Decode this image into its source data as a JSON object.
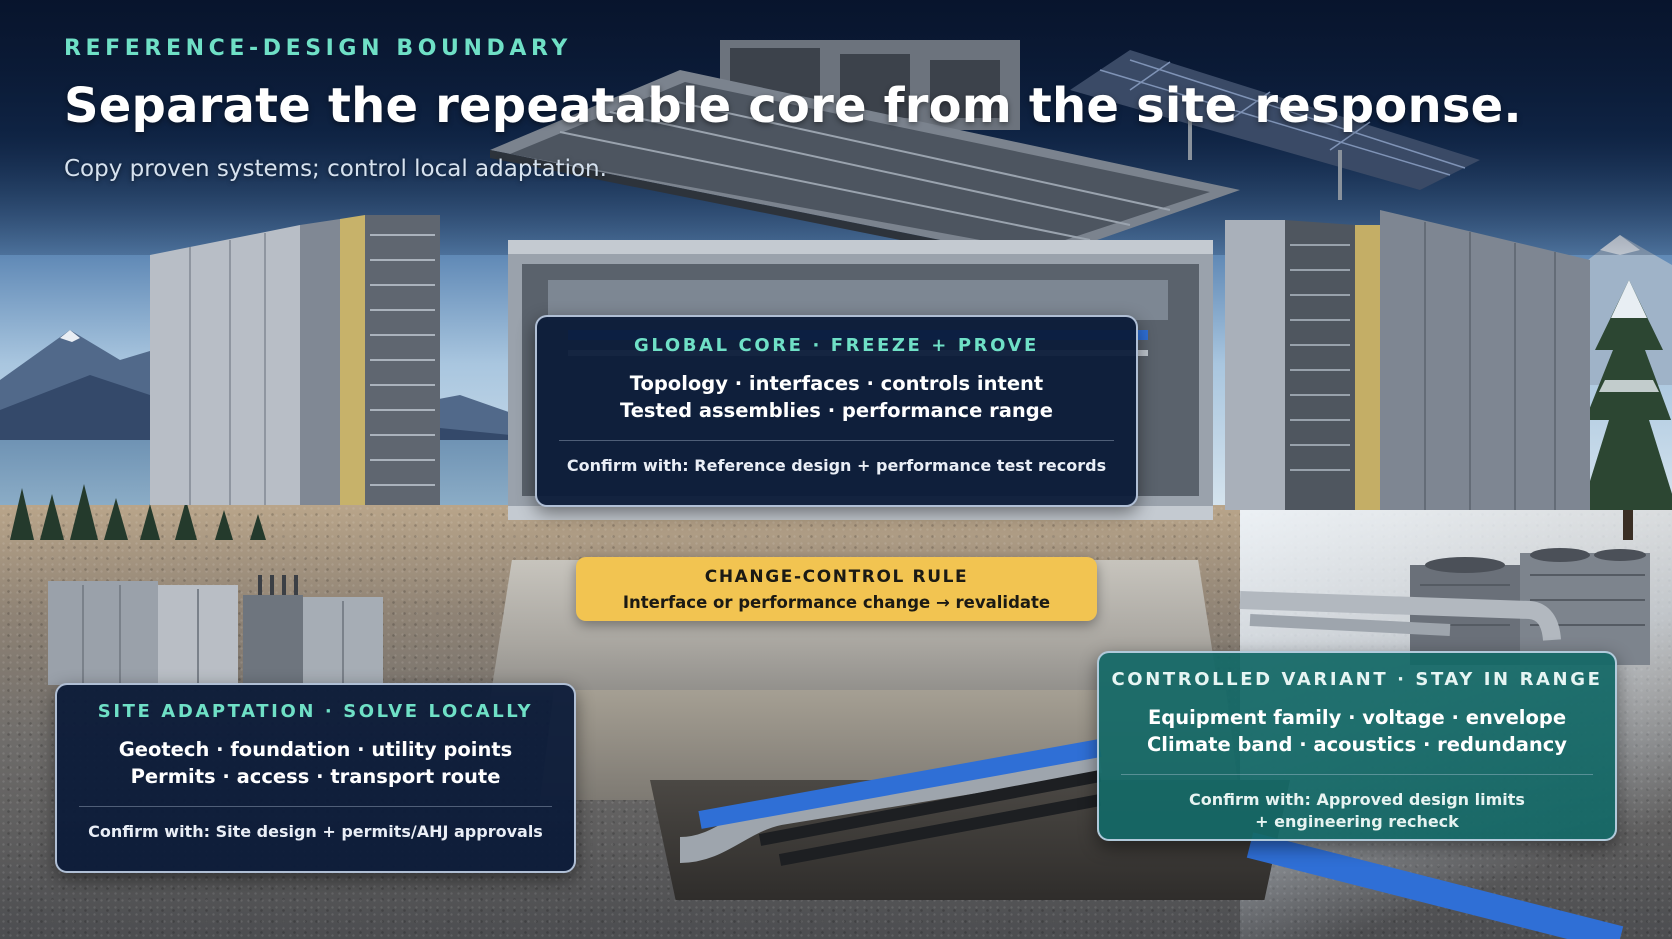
{
  "header": {
    "eyebrow": "REFERENCE-DESIGN BOUNDARY",
    "title": "Separate the repeatable core from the site response.",
    "subtitle": "Copy proven systems; control local adaptation."
  },
  "global_core": {
    "label": "GLOBAL CORE · FREEZE + PROVE",
    "lines": [
      "Topology · interfaces · controls intent",
      "Tested assemblies · performance range"
    ],
    "confirm": "Confirm with: Reference design + performance test records"
  },
  "change_control": {
    "label": "CHANGE-CONTROL RULE",
    "text": "Interface or performance change → revalidate"
  },
  "site_adaptation": {
    "label": "SITE ADAPTATION · SOLVE LOCALLY",
    "lines": [
      "Geotech · foundation · utility points",
      "Permits · access · transport route"
    ],
    "confirm": "Confirm with: Site design + permits/AHJ approvals"
  },
  "controlled_variant": {
    "label": "CONTROLLED VARIANT · STAY IN RANGE",
    "lines": [
      "Equipment family · voltage · envelope",
      "Climate band · acoustics · redundancy"
    ],
    "confirm_lines": [
      "Confirm with: Approved design limits",
      "+ engineering recheck"
    ]
  },
  "colors": {
    "accent_mint": "#6fe0c6",
    "card_navy": "#0b1b38",
    "card_teal": "#136866",
    "rule_yellow": "#f2c451",
    "pipe_blue": "#2f6fd6"
  }
}
